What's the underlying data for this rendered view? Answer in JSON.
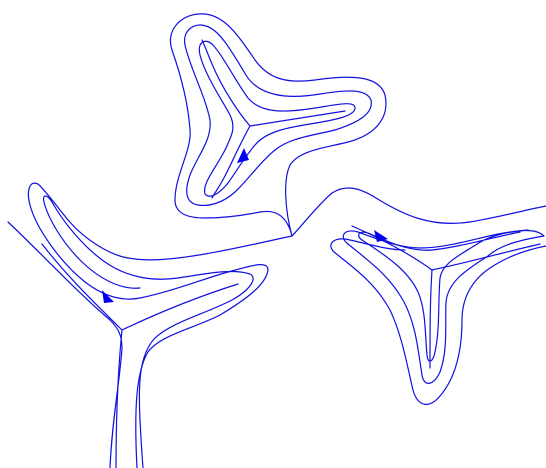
{
  "colors": {
    "background": "#ffffff",
    "curve": "#1010e0",
    "arrow": "#0000ee"
  },
  "figure": {
    "components": [
      {
        "name": "upper-trivalent-region",
        "junction_count": 1,
        "arrow_count": 1
      },
      {
        "name": "right-trivalent-region",
        "junction_count": 1,
        "arrow_count": 1
      },
      {
        "name": "lower-left-trivalent-region",
        "junction_count": 1,
        "arrow_count": 1
      }
    ]
  }
}
